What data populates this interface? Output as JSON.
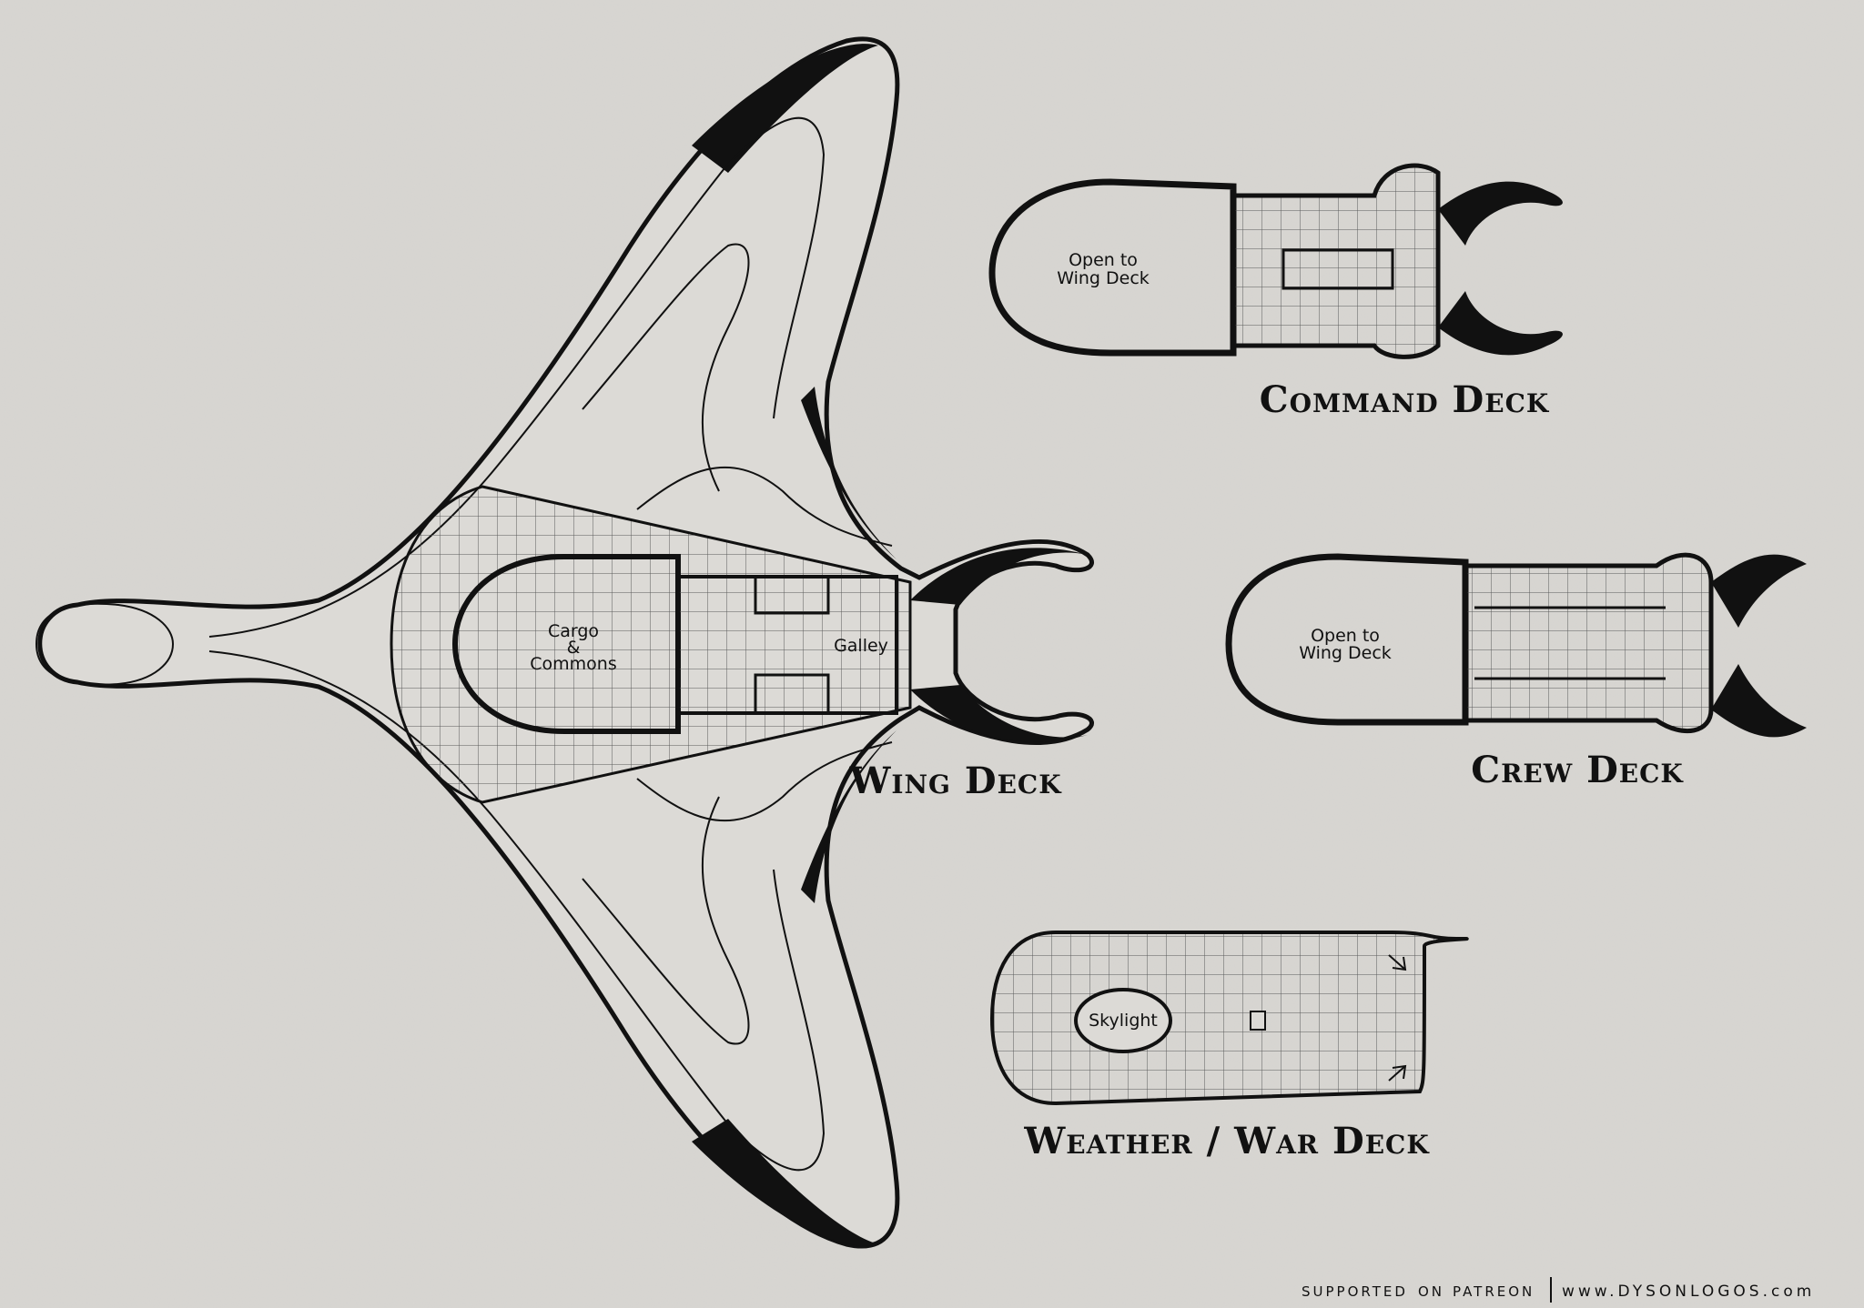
{
  "decks": {
    "wing": {
      "title": "Wing Deck",
      "rooms": {
        "cargo_line1": "Cargo",
        "cargo_line2": "&",
        "cargo_line3": "Commons",
        "galley": "Galley"
      }
    },
    "command": {
      "title": "Command Deck",
      "open_line1": "Open to",
      "open_line2": "Wing Deck"
    },
    "crew": {
      "title": "Crew Deck",
      "open_line1": "Open to",
      "open_line2": "Wing Deck"
    },
    "weather": {
      "title": "Weather / War Deck",
      "skylight": "Skylight"
    }
  },
  "credit": {
    "supported": "SUPPORTED",
    "on": "ON",
    "patreon": "PATREON",
    "url": "www.DYSONLOGOS.com"
  },
  "colors": {
    "paper": "#d8d6d2",
    "ink": "#111111",
    "grid": "#5a5a5a"
  }
}
